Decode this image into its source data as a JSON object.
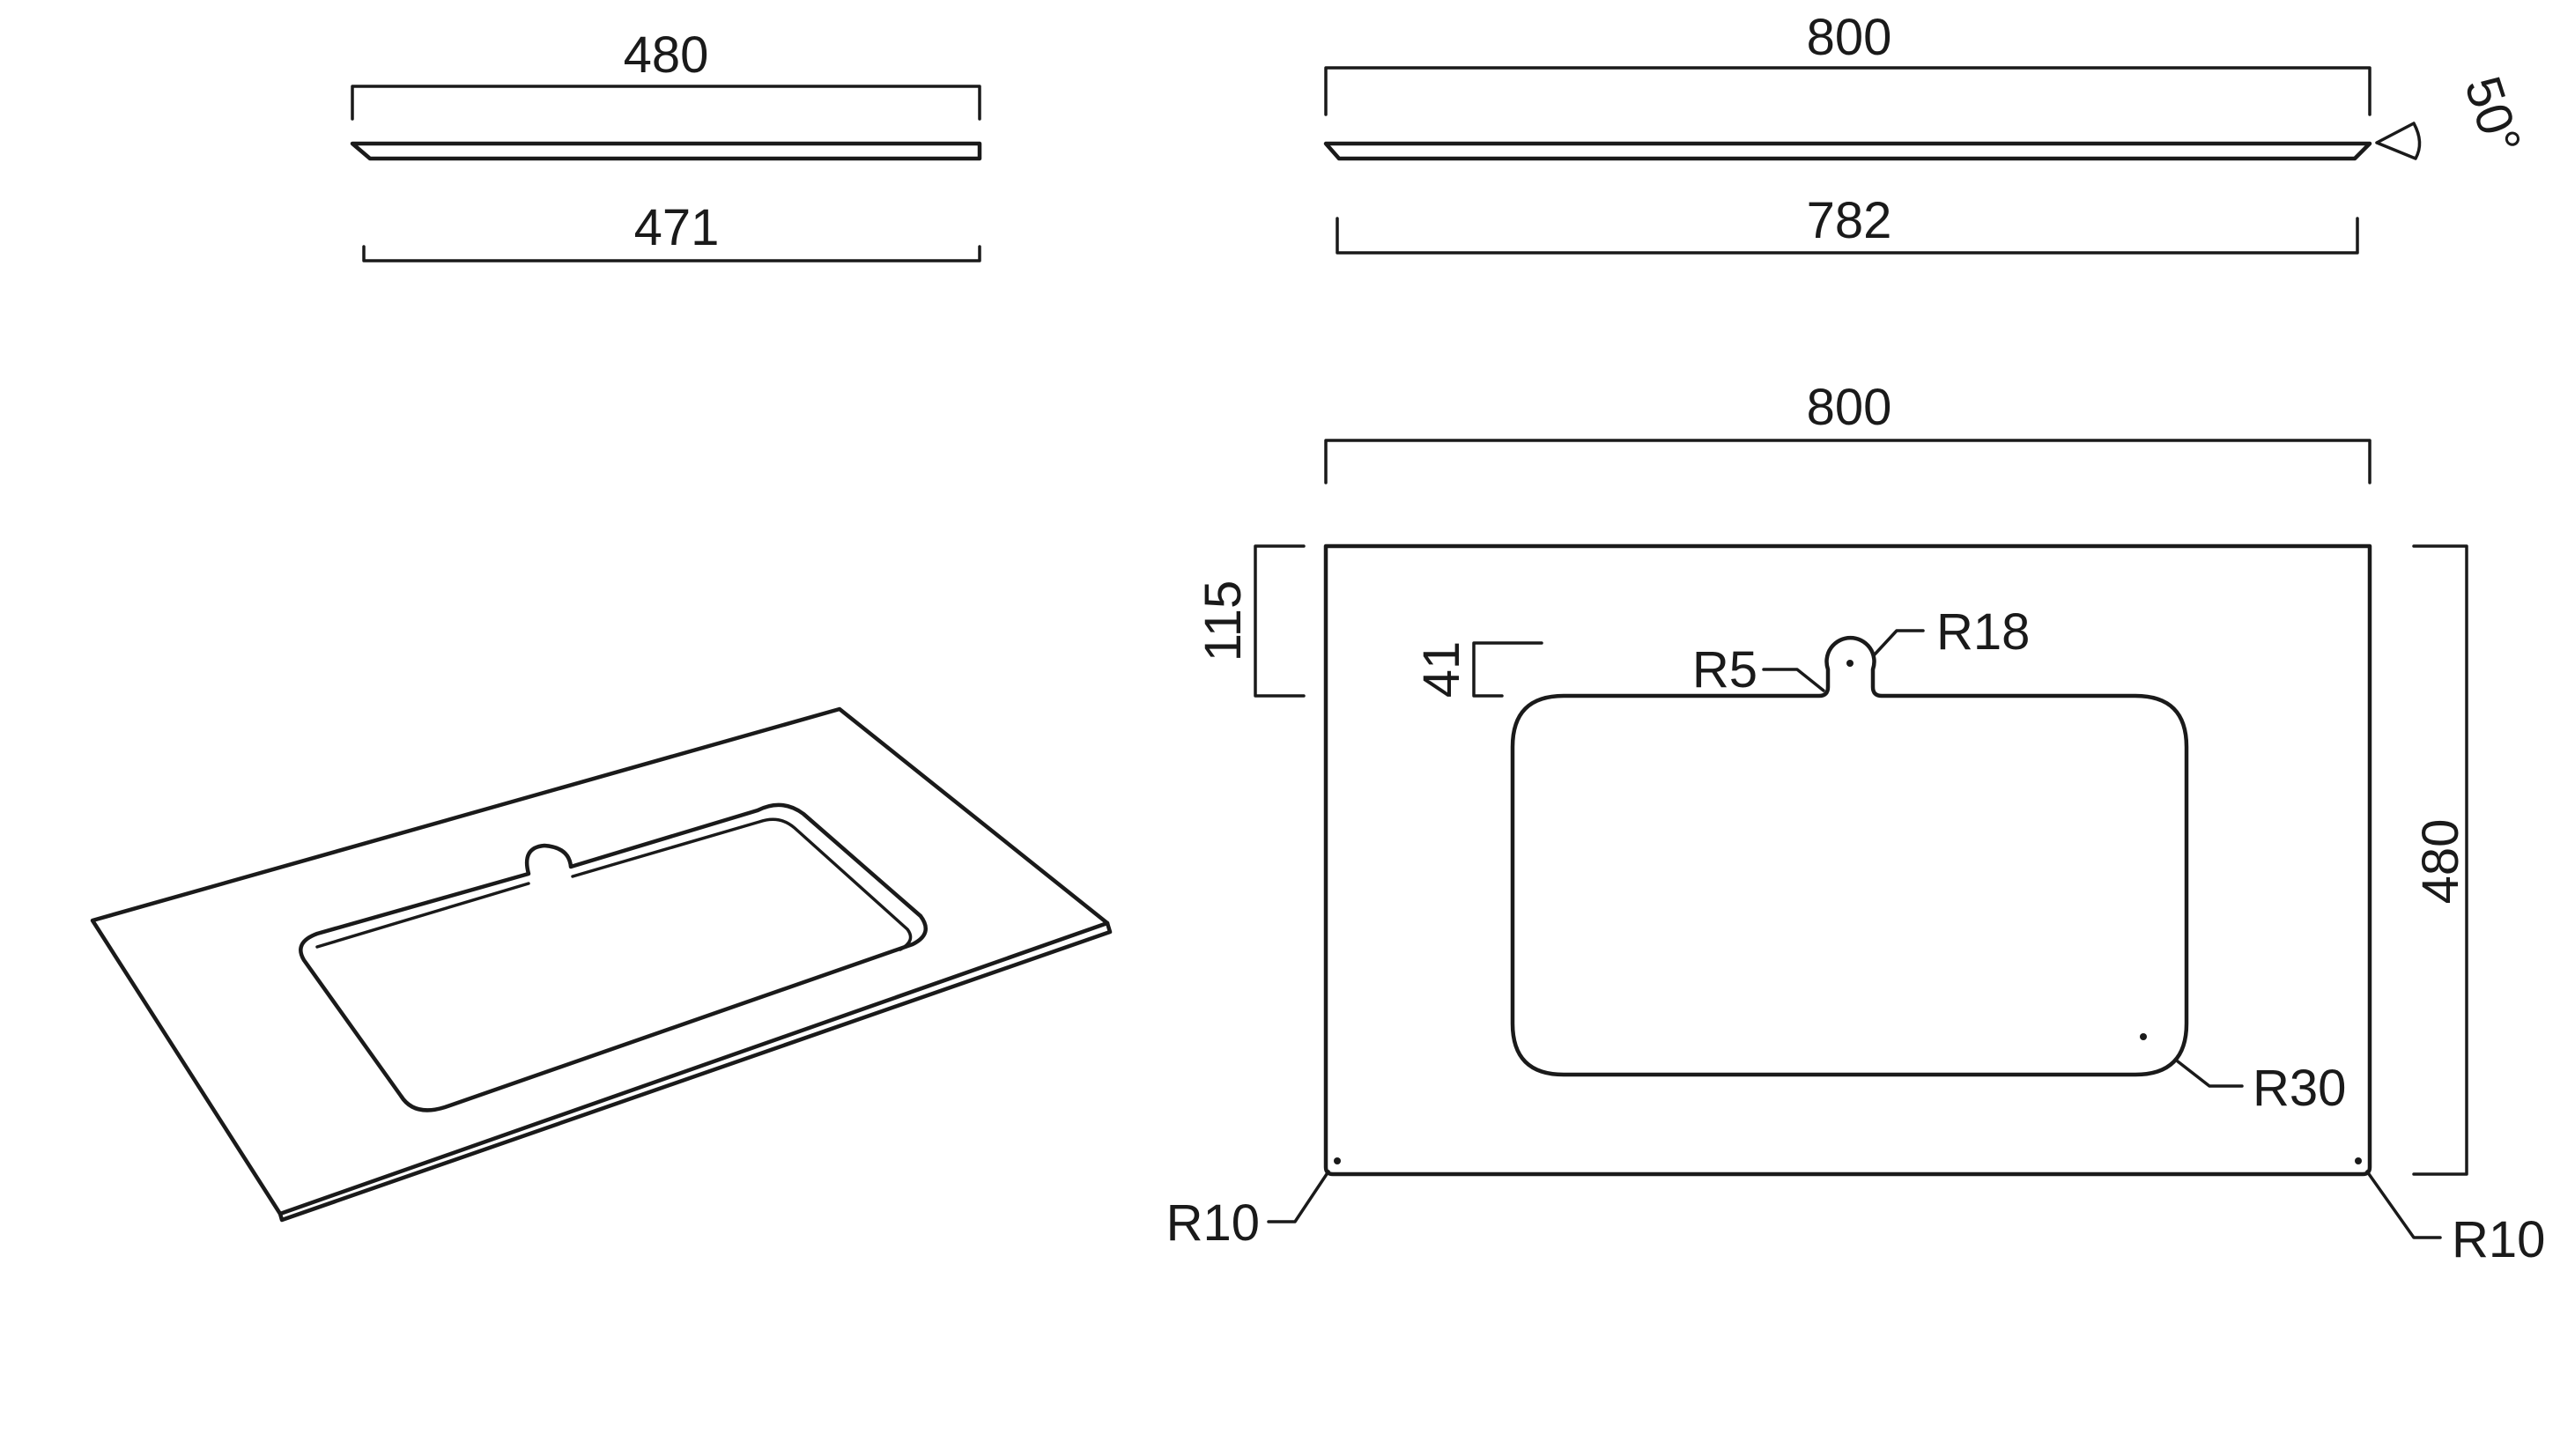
{
  "dimensions": {
    "side_top_width": "480",
    "side_bottom_width": "471",
    "front_top_width": "800",
    "front_bottom_width": "782",
    "front_angle": "50°",
    "plan_width": "800",
    "plan_depth": "480",
    "plan_back_offset": "115",
    "plan_notch_depth": "41",
    "notch_small_radius": "R5",
    "notch_radius": "R18",
    "bowl_radius": "R30",
    "corner_radius_left": "R10",
    "corner_radius_right": "R10"
  },
  "colors": {
    "line": "#1a1a1a",
    "background": "#ffffff"
  }
}
